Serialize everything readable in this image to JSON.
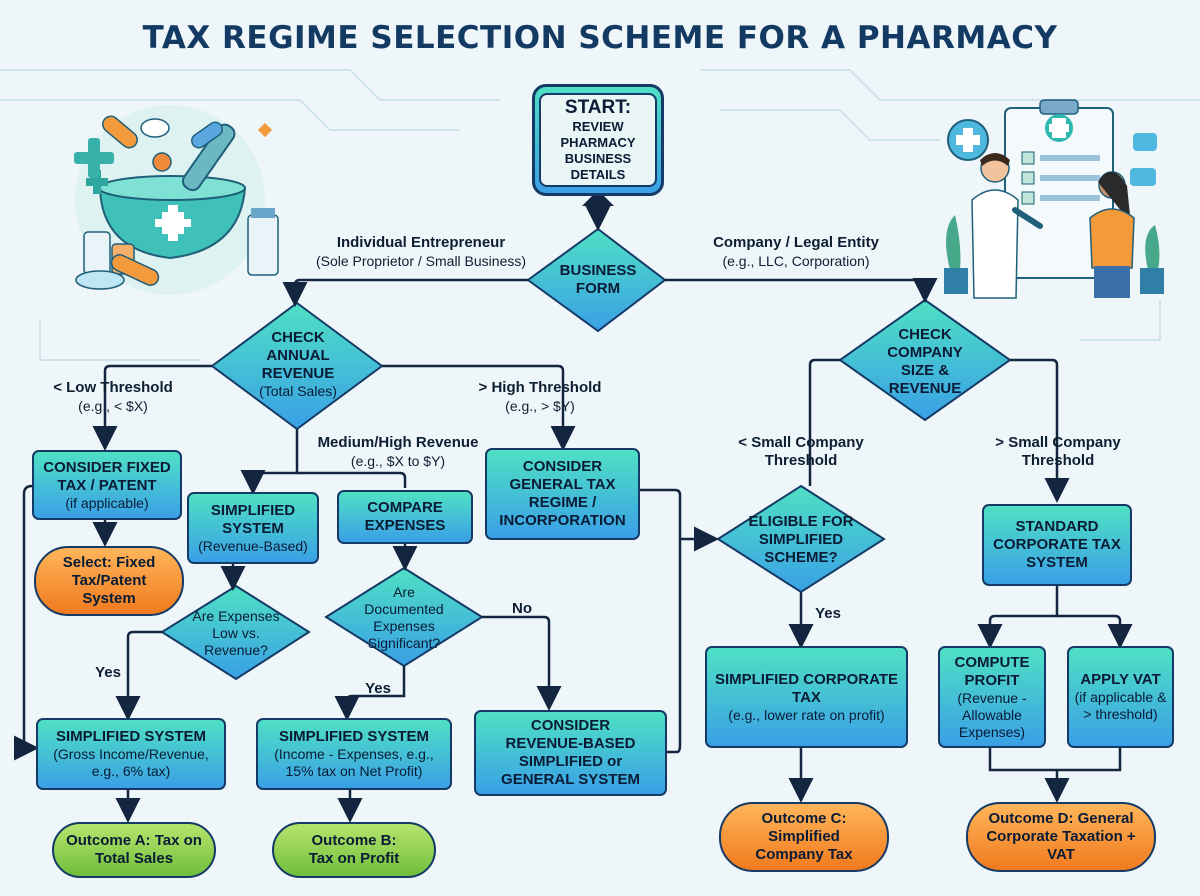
{
  "title": "TAX REGIME SELECTION SCHEME FOR A PHARMACY",
  "nodes": {
    "start": {
      "main": "START:",
      "sub": "REVIEW PHARMACY BUSINESS DETAILS"
    },
    "business_form": {
      "main": "BUSINESS FORM"
    },
    "check_revenue": {
      "main": "CHECK ANNUAL REVENUE",
      "sub": "(Total Sales)"
    },
    "check_company": {
      "main": "CHECK COMPANY SIZE & REVENUE"
    },
    "fixed_tax": {
      "main": "CONSIDER FIXED TAX / PATENT",
      "sub": "(if applicable)"
    },
    "select_fixed": {
      "main": "Select: Fixed Tax/Patent System"
    },
    "simplified_rev": {
      "main": "SIMPLIFIED SYSTEM",
      "sub": "(Revenue-Based)"
    },
    "compare_exp": {
      "main": "COMPARE EXPENSES"
    },
    "general_regime": {
      "main": "CONSIDER GENERAL TAX REGIME / INCORPORATION"
    },
    "expenses_low": {
      "main": "Are Expenses Low vs. Revenue?"
    },
    "documented_exp": {
      "main": "Are Documented Expenses Significant?"
    },
    "simp_gross": {
      "main": "SIMPLIFIED SYSTEM",
      "sub": "(Gross Income/Revenue, e.g., 6% tax)"
    },
    "simp_net": {
      "main": "SIMPLIFIED SYSTEM",
      "sub": "(Income - Expenses, e.g., 15% tax on Net Profit)"
    },
    "consider_rev_based": {
      "main": "CONSIDER REVENUE-BASED SIMPLIFIED or GENERAL SYSTEM"
    },
    "eligible": {
      "main": "ELIGIBLE FOR SIMPLIFIED SCHEME?"
    },
    "simp_corp": {
      "main": "SIMPLIFIED CORPORATE TAX",
      "sub": "(e.g., lower rate on profit)"
    },
    "standard_corp": {
      "main": "STANDARD CORPORATE TAX SYSTEM"
    },
    "compute_profit": {
      "main": "COMPUTE PROFIT",
      "sub": "(Revenue - Allowable Expenses)"
    },
    "apply_vat": {
      "main": "APPLY VAT",
      "sub": "(if applicable & > threshold)"
    },
    "outcome_a": {
      "main": "Outcome A: Tax on Total Sales"
    },
    "outcome_b": {
      "main": "Outcome B: Tax on Profit"
    },
    "outcome_c": {
      "main": "Outcome C: Simplified Company Tax"
    },
    "outcome_d": {
      "main": "Outcome D: General Corporate Taxation + VAT"
    }
  },
  "edge_labels": {
    "individual": {
      "main": "Individual Entrepreneur",
      "sub": "(Sole Proprietor / Small Business)"
    },
    "company": {
      "main": "Company / Legal Entity",
      "sub": "(e.g., LLC, Corporation)"
    },
    "low_threshold": {
      "main": "< Low Threshold",
      "sub": "(e.g., < $X)"
    },
    "high_threshold": {
      "main": "> High Threshold",
      "sub": "(e.g., > $Y)"
    },
    "medium": {
      "main": "Medium/High Revenue",
      "sub": "(e.g., $X to $Y)"
    },
    "small_company": {
      "main": "< Small Company Threshold"
    },
    "large_company": {
      "main": "> Small Company Threshold"
    },
    "yes_left": "Yes",
    "yes_mid": "Yes",
    "no_mid": "No",
    "yes_right": "Yes"
  },
  "colors": {
    "box_top": "#4fe0c4",
    "box_bottom": "#3aa0e6",
    "border": "#153a66",
    "orange": "#f07a1e",
    "green": "#70bf3c",
    "title": "#133a63"
  }
}
